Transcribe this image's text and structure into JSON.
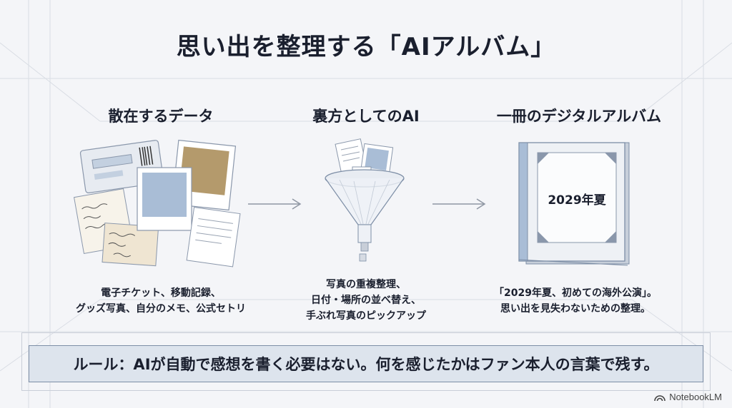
{
  "title": "思い出を整理する「AIアルバム」",
  "columns": [
    {
      "heading": "散在するデータ",
      "description_lines": [
        "電子チケット、移動記録、",
        "グッズ写真、自分のメモ、公式セトリ"
      ]
    },
    {
      "heading": "裏方としてのAI",
      "description_lines": [
        "写真の重複整理、",
        "日付・場所の並べ替え、",
        "手ぶれ写真のピックアップ"
      ]
    },
    {
      "heading": "一冊のデジタルアルバム",
      "album_label": "2029年夏",
      "description_lines": [
        "「2029年夏、初めての海外公演」。",
        "思い出を見失わないための整理。"
      ]
    }
  ],
  "rule": "ルール：AIが自動で感想を書く必要はない。何を感じたかはファン本人の言葉で残す。",
  "brand": "NotebookLM",
  "icons": [
    "ticket-icon",
    "photo-icon",
    "note-icon",
    "funnel-icon",
    "album-icon",
    "arrow-right-icon",
    "notebooklm-logo-icon"
  ]
}
